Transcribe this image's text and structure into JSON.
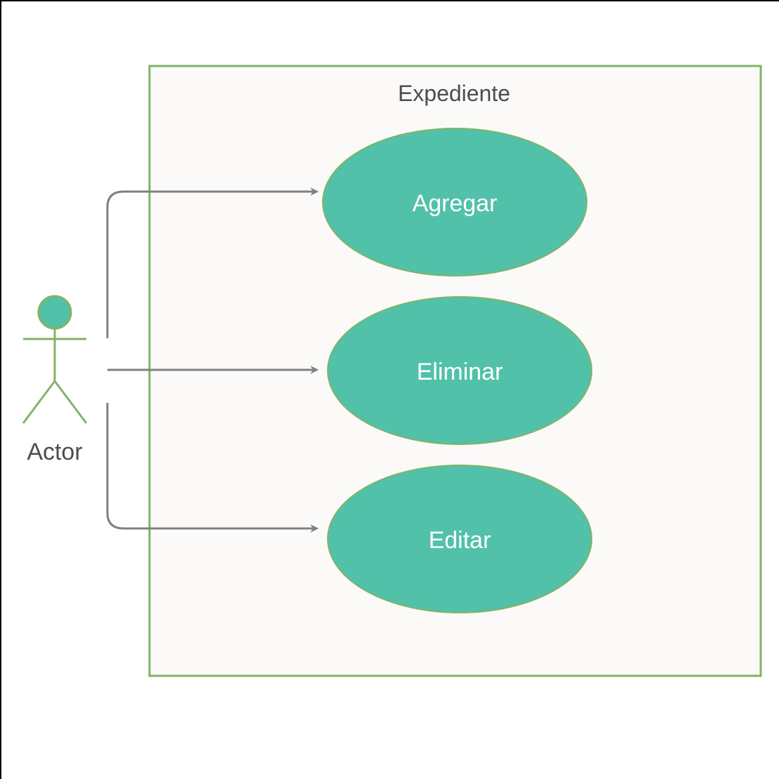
{
  "diagram": {
    "system": {
      "title": "Expediente",
      "fill": "#fbfaf8",
      "stroke": "#82b366"
    },
    "actor": {
      "label": "Actor",
      "fill": "#52c1a9",
      "stroke": "#82b366"
    },
    "use_cases": [
      {
        "label": "Agregar"
      },
      {
        "label": "Eliminar"
      },
      {
        "label": "Editar"
      }
    ],
    "colors": {
      "use_case_fill": "#52c1a9",
      "use_case_stroke": "#82b366",
      "connector": "#808080"
    }
  }
}
